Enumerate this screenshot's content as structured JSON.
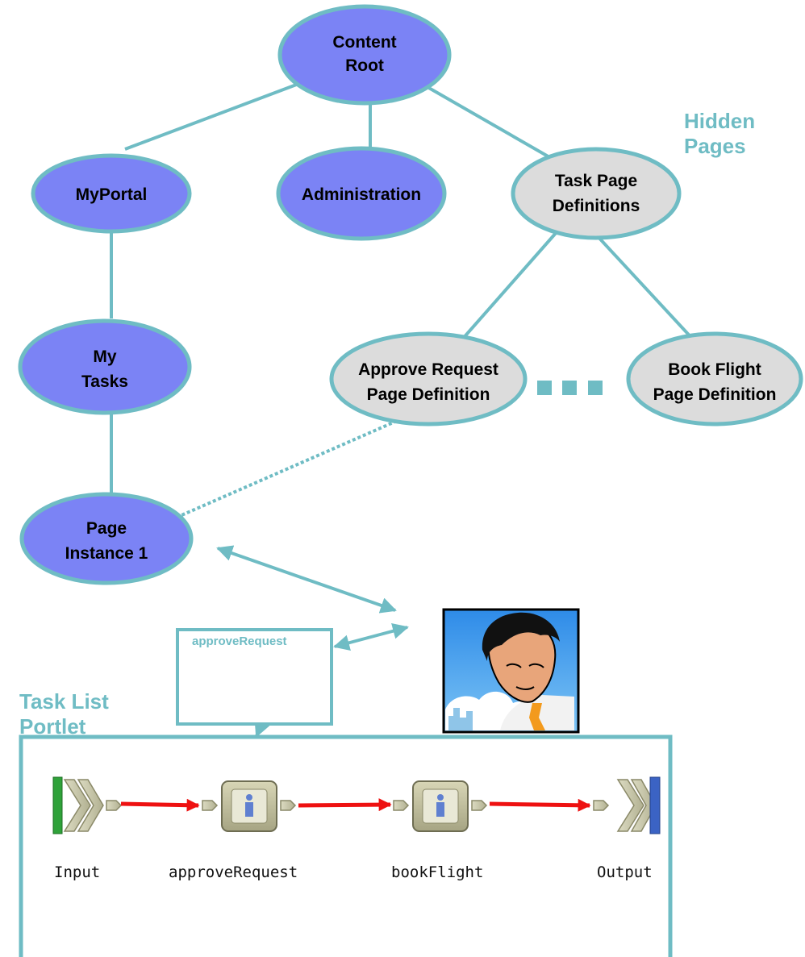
{
  "nodes": {
    "content_root": [
      "Content",
      "Root"
    ],
    "myportal": [
      "MyPortal"
    ],
    "administration": [
      "Administration"
    ],
    "task_page_definitions": [
      "Task Page",
      "Definitions"
    ],
    "my_tasks": [
      "My",
      "Tasks"
    ],
    "approve_request_page_definition": [
      "Approve Request",
      "Page Definition"
    ],
    "book_flight_page_definition": [
      "Book Flight",
      "Page Definition"
    ],
    "page_instance_1": [
      "Page",
      "Instance 1"
    ]
  },
  "labels": {
    "hidden_pages": [
      "Hidden",
      "Pages"
    ],
    "task_list_portlet": [
      "Task List",
      "Portlet"
    ],
    "portlet_item": "approveRequest"
  },
  "process": {
    "steps": [
      "Input",
      "approveRequest",
      "bookFlight",
      "Output"
    ]
  },
  "colors": {
    "active_node": "#7b83f5",
    "hidden_node": "#dcdcdc",
    "connector": "#6fbcc4",
    "flow_arrow": "#ee1111"
  },
  "icons": [
    "user-person-icon",
    "businessman-illustration"
  ]
}
